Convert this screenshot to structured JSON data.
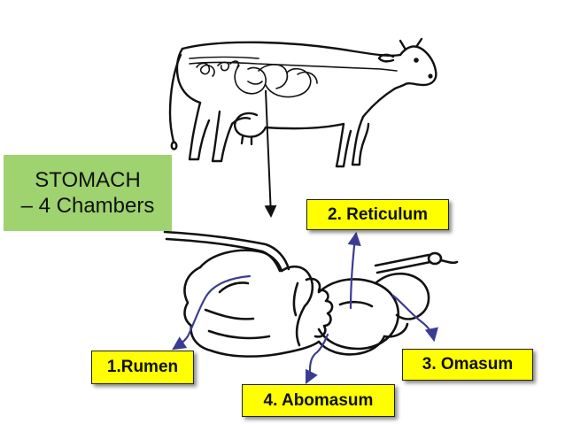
{
  "title": {
    "line1": "STOMACH",
    "line2": "– 4 Chambers"
  },
  "labels": {
    "rumen": "1.Rumen",
    "reticulum": "2. Reticulum",
    "omasum": "3. Omasum",
    "abomasum": "4. Abomasum"
  },
  "colors": {
    "title_background": "#9ed36f",
    "label_background": "#ffff00",
    "arrow": "#3a3d8f",
    "line_art": "#111111"
  },
  "icons": {
    "animal": "cow-outline-illustration",
    "organ": "ruminant-stomach-illustration"
  }
}
